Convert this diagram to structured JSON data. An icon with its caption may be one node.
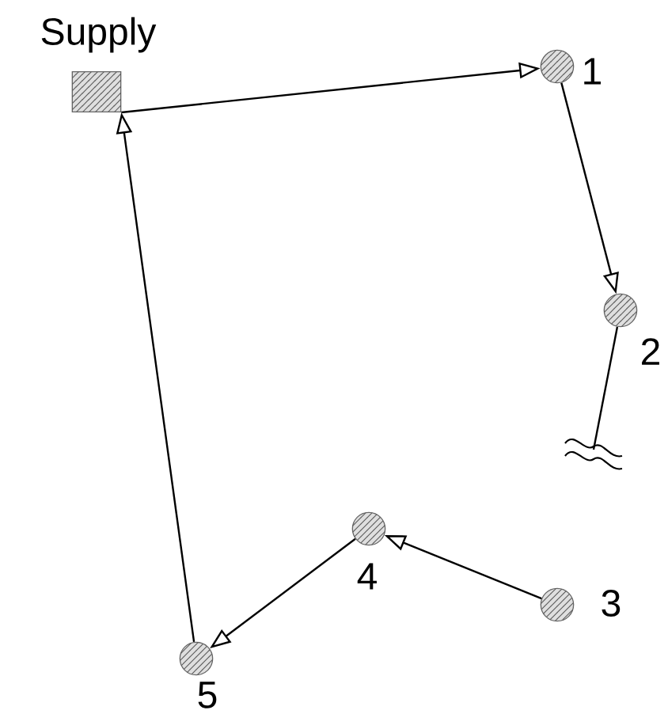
{
  "diagram": {
    "nodes": [
      {
        "text": [
          "Supply"
        ]
      },
      {
        "text": [
          "1"
        ]
      },
      {
        "text": [
          "2"
        ]
      },
      {
        "text": [
          "3"
        ]
      },
      {
        "text": [
          "4"
        ]
      },
      {
        "text": [
          "5"
        ]
      }
    ],
    "edges": [
      {
        "from": 0,
        "to": 1,
        "arrow": "to"
      },
      {
        "from": 1,
        "to": 2,
        "arrow": "to"
      },
      {
        "from": 2,
        "to": null,
        "arrow": "none"
      },
      {
        "from": 3,
        "to": 4,
        "arrow": "to"
      },
      {
        "from": 4,
        "to": 5,
        "arrow": "to"
      },
      {
        "from": 5,
        "to": 0,
        "arrow": "to"
      }
    ]
  }
}
